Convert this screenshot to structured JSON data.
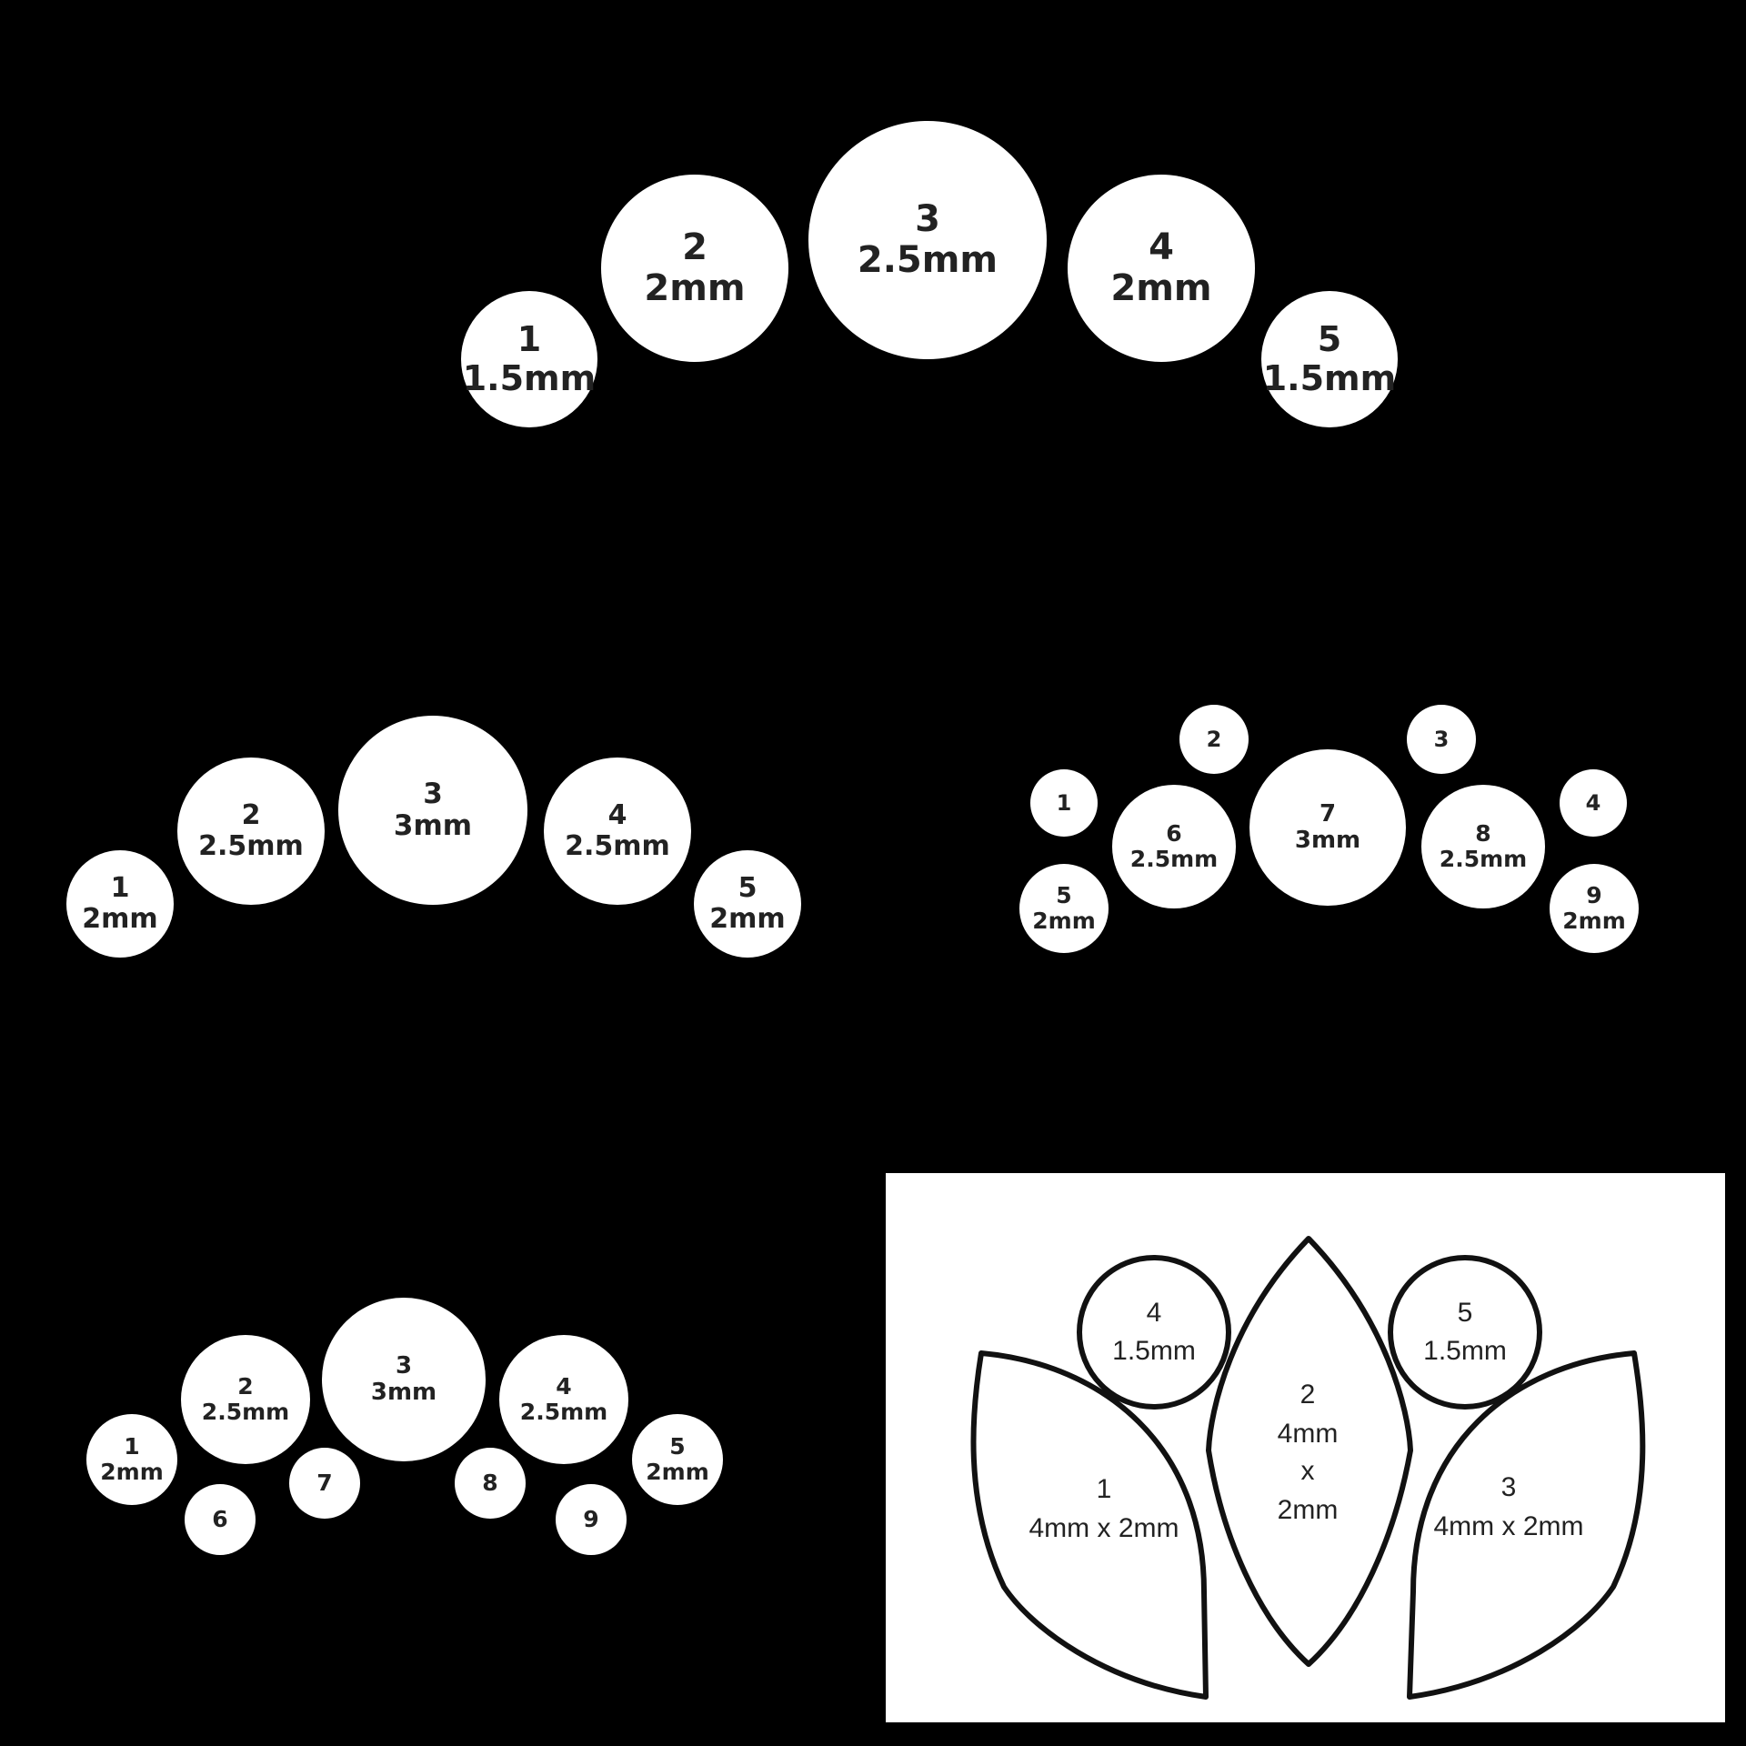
{
  "colors": {
    "background": "#000000",
    "stone": "#ffffff",
    "text": "#222222",
    "outline": "#111111"
  },
  "layouts": [
    {
      "stones": [
        {
          "num": "1",
          "size": "1.5mm"
        },
        {
          "num": "2",
          "size": "2mm"
        },
        {
          "num": "3",
          "size": "2.5mm"
        },
        {
          "num": "4",
          "size": "2mm"
        },
        {
          "num": "5",
          "size": "1.5mm"
        }
      ]
    },
    {
      "stones": [
        {
          "num": "1",
          "size": "2mm"
        },
        {
          "num": "2",
          "size": "2.5mm"
        },
        {
          "num": "3",
          "size": "3mm"
        },
        {
          "num": "4",
          "size": "2.5mm"
        },
        {
          "num": "5",
          "size": "2mm"
        }
      ]
    },
    {
      "stones": [
        {
          "num": "1",
          "size": ""
        },
        {
          "num": "2",
          "size": ""
        },
        {
          "num": "3",
          "size": ""
        },
        {
          "num": "4",
          "size": ""
        },
        {
          "num": "5",
          "size": "2mm"
        },
        {
          "num": "6",
          "size": "2.5mm"
        },
        {
          "num": "7",
          "size": "3mm"
        },
        {
          "num": "8",
          "size": "2.5mm"
        },
        {
          "num": "9",
          "size": "2mm"
        }
      ]
    },
    {
      "stones": [
        {
          "num": "1",
          "size": "2mm"
        },
        {
          "num": "2",
          "size": "2.5mm"
        },
        {
          "num": "3",
          "size": "3mm"
        },
        {
          "num": "4",
          "size": "2.5mm"
        },
        {
          "num": "5",
          "size": "2mm"
        },
        {
          "num": "6",
          "size": ""
        },
        {
          "num": "7",
          "size": ""
        },
        {
          "num": "8",
          "size": ""
        },
        {
          "num": "9",
          "size": ""
        }
      ]
    }
  ],
  "marquise_panel": {
    "circle_left": {
      "num": "4",
      "size": "1.5mm"
    },
    "circle_right": {
      "num": "5",
      "size": "1.5mm"
    },
    "center": {
      "num": "2",
      "line1": "4mm",
      "line2": "x",
      "line3": "2mm"
    },
    "left_petal": {
      "num": "1",
      "size": "4mm x 2mm"
    },
    "right_petal": {
      "num": "3",
      "size": "4mm x 2mm"
    }
  }
}
